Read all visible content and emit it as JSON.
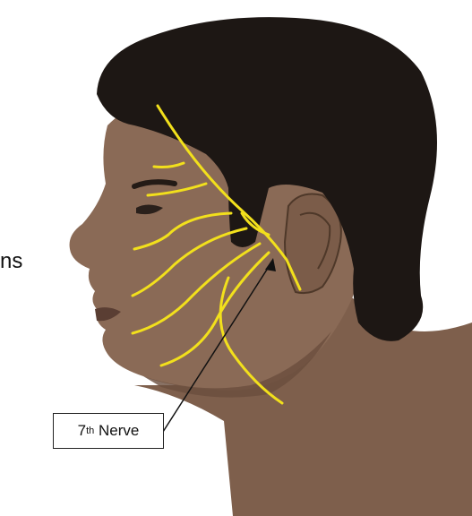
{
  "edge_text": "ns",
  "label": {
    "number": "7",
    "superscript": "th",
    "word": "Nerve"
  },
  "colors": {
    "nerve": "#f2e01c",
    "hair": "#1d1714",
    "skin": "#8a6a56",
    "skin_shadow": "#6a4e3d",
    "skin_light": "#a5826c"
  }
}
